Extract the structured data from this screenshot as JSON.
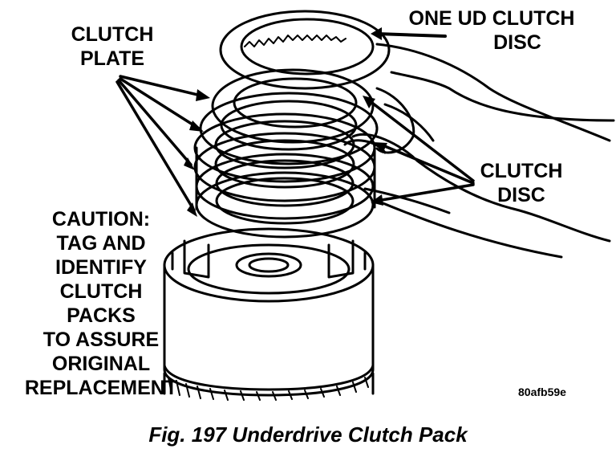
{
  "labels": {
    "one_ud_clutch_disc": [
      "ONE UD CLUTCH",
      "DISC"
    ],
    "clutch_plate": [
      "CLUTCH",
      "PLATE"
    ],
    "clutch_disc": [
      "CLUTCH",
      "DISC"
    ],
    "caution": [
      "CAUTION:",
      "TAG AND",
      "IDENTIFY",
      "CLUTCH",
      "PACKS",
      "TO ASSURE",
      "ORIGINAL",
      "REPLACEMENT"
    ]
  },
  "image_code": "80afb59e",
  "caption": "Fig. 197 Underdrive Clutch Pack"
}
